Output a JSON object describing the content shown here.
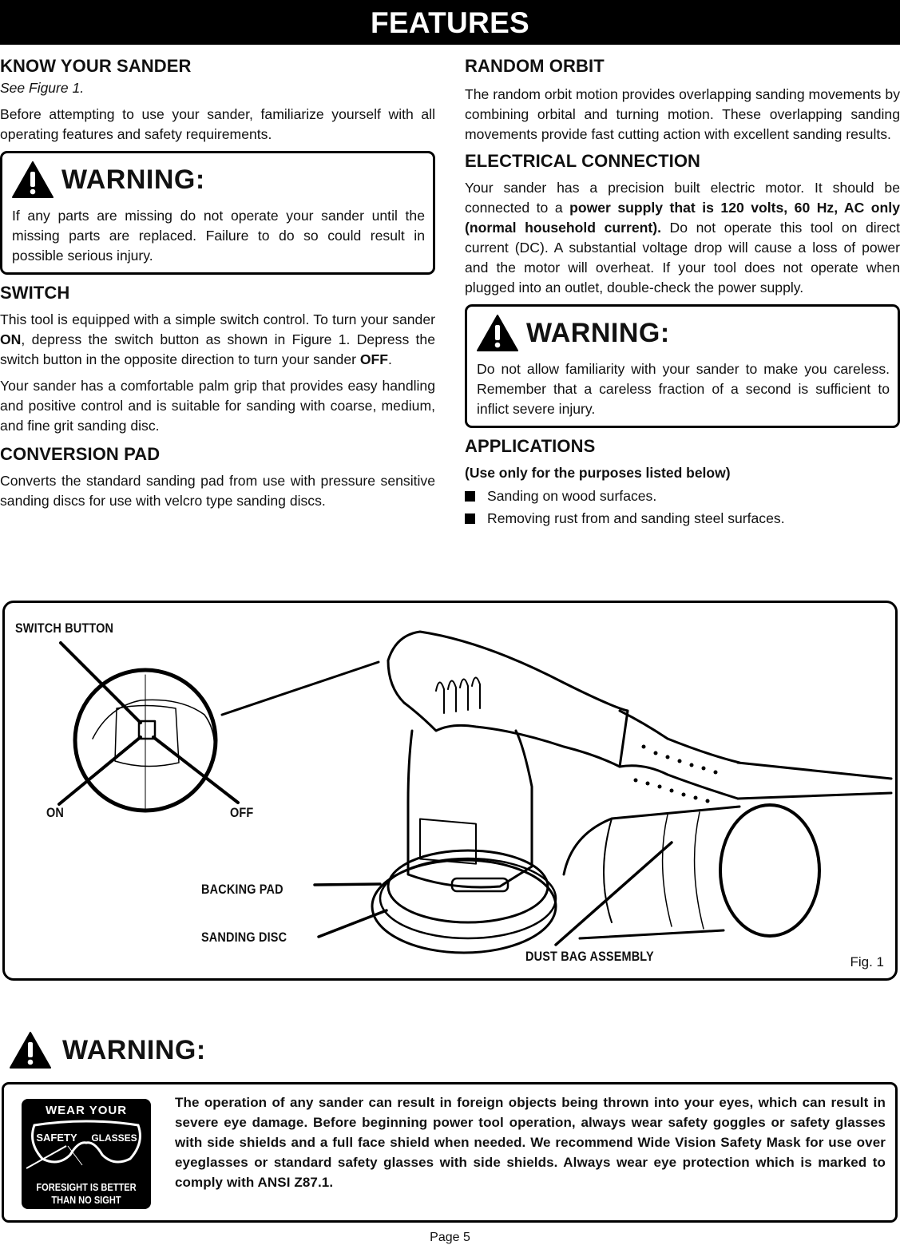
{
  "header": {
    "title": "FEATURES"
  },
  "left_column": {
    "know_your_sander": {
      "heading": "KNOW YOUR SANDER",
      "note": "See Figure 1.",
      "text": "Before attempting to use your sander, familiarize yourself with all operating features and safety requirements."
    },
    "warning1": {
      "title": "WARNING:",
      "text": "If any parts are missing do not operate your sander until the missing parts are replaced. Failure to do so could result in possible serious injury."
    },
    "switch": {
      "heading": "SWITCH",
      "p1_a": "This tool is equipped with a simple switch control. To turn your sander ",
      "p1_on": "ON",
      "p1_b": ", depress the switch button as shown in Figure 1. Depress the switch button in the opposite direction to turn your sander ",
      "p1_off": "OFF",
      "p1_c": ".",
      "p2": "Your sander has a comfortable palm grip that provides easy handling and positive control and is suitable for sanding with coarse, medium, and fine grit sanding disc."
    },
    "conversion_pad": {
      "heading": "CONVERSION PAD",
      "text": "Converts the standard sanding pad from use with pressure sensitive sanding discs for use with velcro type sanding discs."
    }
  },
  "right_column": {
    "random_orbit": {
      "heading": "RANDOM ORBIT",
      "text": "The random orbit motion provides overlapping sanding movements by combining orbital and turning motion. These overlapping sanding movements provide fast cutting action with excellent sanding results."
    },
    "electrical": {
      "heading": "ELECTRICAL CONNECTION",
      "text_a": "Your sander has a precision built electric motor. It should be connected to a ",
      "text_bold": "power supply that is 120 volts, 60 Hz, AC only (normal household current).",
      "text_b": " Do not operate this tool on direct current (DC). A substantial voltage drop will cause a loss of power and the motor will overheat. If your tool does not operate when plugged into an outlet, double-check the power supply."
    },
    "warning2": {
      "title": "WARNING:",
      "text": "Do not allow familiarity with your sander to make you careless. Remember that a careless fraction of a second is sufficient to inflict severe injury."
    },
    "applications": {
      "heading": "APPLICATIONS",
      "subheading": "(Use only for the purposes listed below)",
      "items": [
        "Sanding on wood surfaces.",
        "Removing rust from and sanding steel surfaces."
      ]
    }
  },
  "figure": {
    "labels": {
      "switch_button": "SWITCH BUTTON",
      "on": "ON",
      "off": "OFF",
      "backing_pad": "BACKING PAD",
      "sanding_disc": "SANDING DISC",
      "dust_bag": "DUST BAG ASSEMBLY"
    },
    "caption": "Fig. 1"
  },
  "eye_warning": {
    "title": "WARNING:",
    "badge": {
      "line1": "WEAR YOUR",
      "left_lens": "SAFETY",
      "right_lens": "GLASSES",
      "line3": "FORESIGHT IS BETTER",
      "line4": "THAN NO SIGHT"
    },
    "text": "The operation of any sander can result in foreign objects being thrown into your eyes, which can result in severe eye damage. Before beginning power tool operation, always wear safety goggles or safety glasses with side shields and a full face shield when needed. We recommend Wide Vision Safety Mask for use over eyeglasses or standard safety glasses with side shields. Always wear eye protection which is marked to comply with ANSI Z87.1."
  },
  "footer": {
    "page": "Page 5"
  }
}
